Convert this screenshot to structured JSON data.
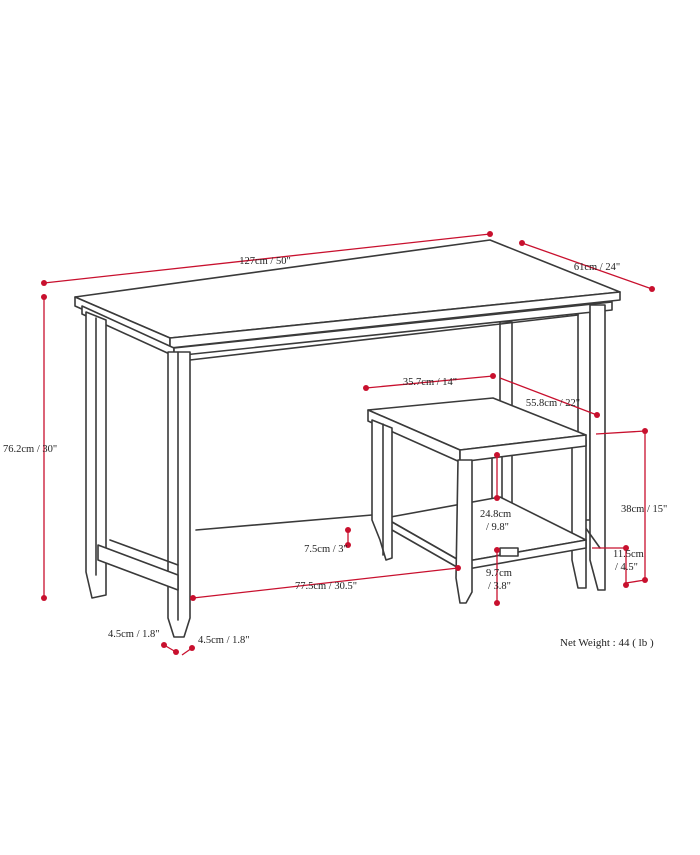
{
  "colors": {
    "dimension": "#c8102e",
    "line": "#3a3a3a",
    "text": "#222222"
  },
  "desk": {
    "width": "127cm / 50\"",
    "depth": "61cm / 24\"",
    "height": "76.2cm / 30\"",
    "leg_width_a": "4.5cm / 1.8\"",
    "leg_width_b": "4.5cm / 1.8\"",
    "stretcher_height": "7.5cm / 3\"",
    "stretcher_length": "77.5cm / 30.5\""
  },
  "bench": {
    "width": "35.7cm / 14\"",
    "depth": "55.8cm / 22\"",
    "height": "38cm / 15\"",
    "shelf_height_a": "24.8cm",
    "shelf_height_b": "/ 9.8\"",
    "foot_a": "9.7cm",
    "foot_b": "/ 3.8\"",
    "shelf_clear_a": "11.5cm",
    "shelf_clear_b": "/ 4.5\""
  },
  "net_weight": "Net Weight : 44 ( lb )"
}
